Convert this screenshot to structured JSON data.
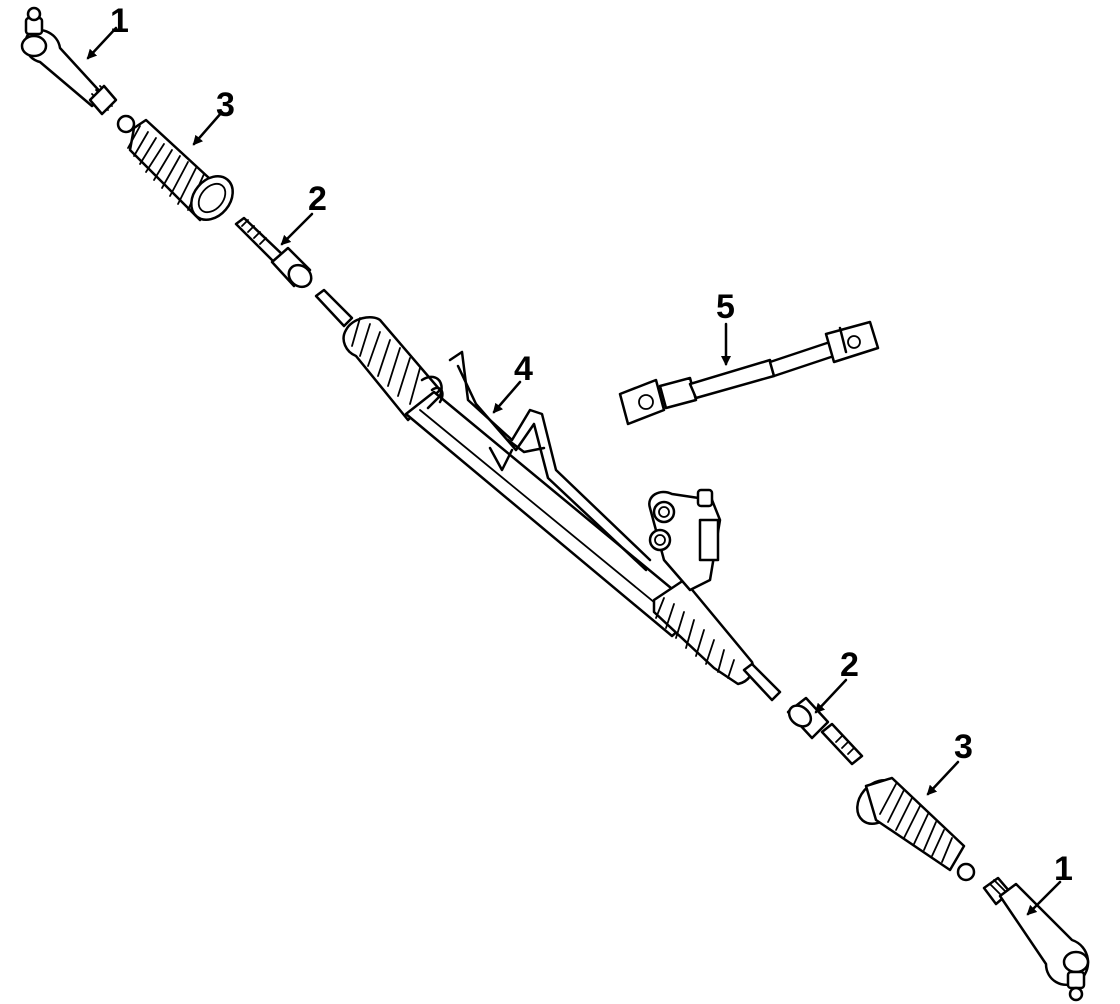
{
  "callouts": [
    {
      "id": "tie-rod-end-top",
      "number": "1"
    },
    {
      "id": "boot-top",
      "number": "3"
    },
    {
      "id": "inner-tie-rod-top",
      "number": "2"
    },
    {
      "id": "rack-assembly",
      "number": "4"
    },
    {
      "id": "intermediate-shaft",
      "number": "5"
    },
    {
      "id": "inner-tie-rod-bottom",
      "number": "2"
    },
    {
      "id": "boot-bottom",
      "number": "3"
    },
    {
      "id": "tie-rod-end-bottom",
      "number": "1"
    }
  ]
}
